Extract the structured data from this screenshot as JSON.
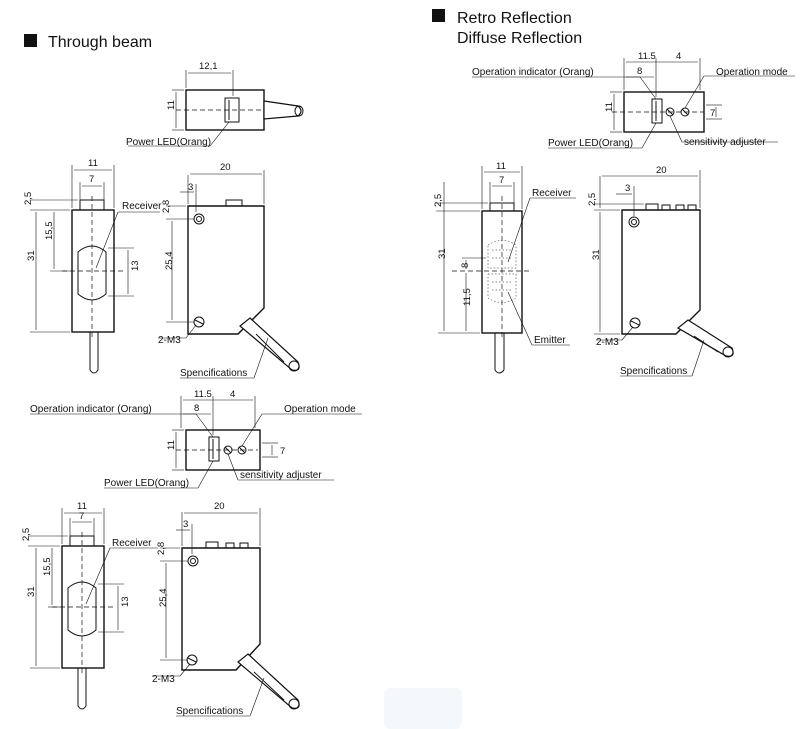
{
  "sections": {
    "through_beam": "Through beam",
    "retro": "Retro Reflection",
    "diffuse": "Diffuse Reflection"
  },
  "labels": {
    "power_led": "Power LED(Orang)",
    "receiver": "Receiver",
    "emitter": "Emitter",
    "two_m3": "2-M3",
    "specifications": "Spencifications",
    "operation_indicator": "Operation indicator  (Orang)",
    "operation_mode": "Operation mode",
    "sensitivity_adjuster": "sensitivity adjuster"
  },
  "dims": {
    "d12_1": "12,1",
    "d11": "11",
    "d7": "7",
    "d2_5": "2,5",
    "d15_5": "15,5",
    "d31": "31",
    "d13": "13",
    "d20": "20",
    "d3": "3",
    "d2_8": "2,8",
    "d25_4": "25,4",
    "d11_5": "11.5",
    "d4": "4",
    "d8": "8",
    "d11_5b": "11,5"
  },
  "colors": {
    "line": "#111111",
    "background": "#ffffff"
  }
}
